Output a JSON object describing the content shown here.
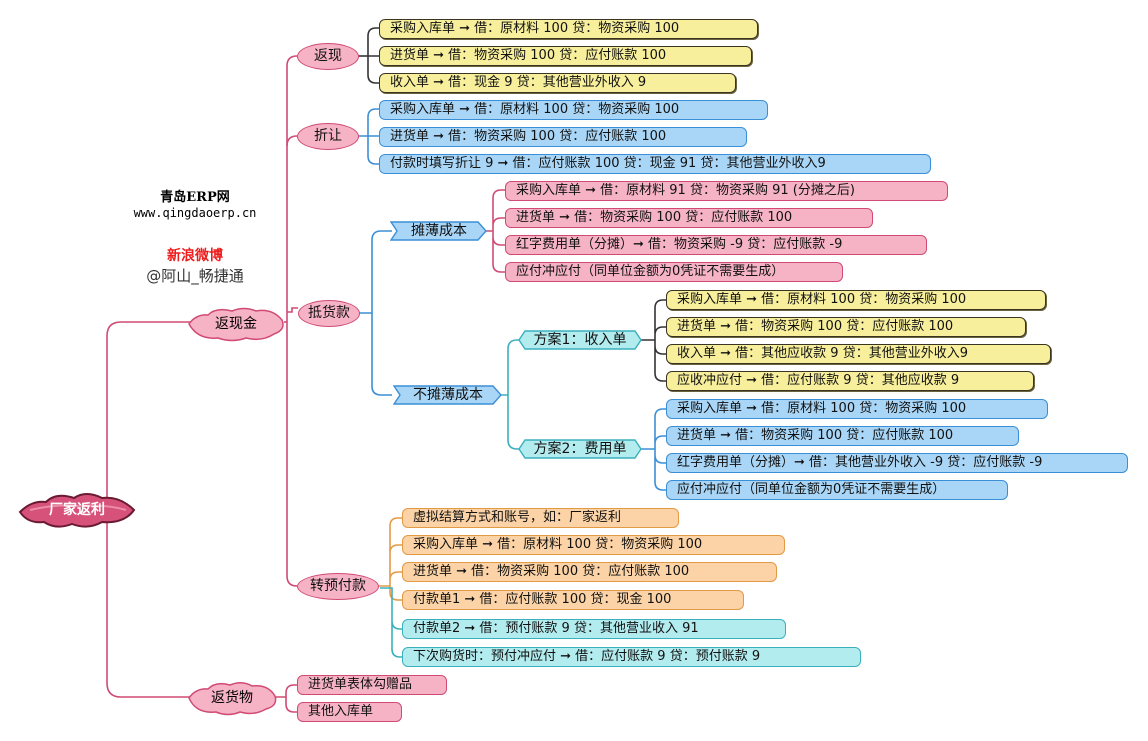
{
  "root": {
    "label": "厂家返利"
  },
  "info": {
    "site_name": "青岛ERP网",
    "site_url": "www.qingdaoerp.cn",
    "weibo_label": "新浪微博",
    "weibo_handle": "@阿山_畅捷通"
  },
  "return_cash": {
    "label": "返现金",
    "cashback": {
      "label": "返现",
      "items": [
        "采购入库单 ➞  借：原材料 100 贷：物资采购 100",
        "进货单 ➞    借：物资采购 100 贷：应付账款 100",
        "收入单 ➞  借：现金 9 贷：其他营业外收入  9"
      ]
    },
    "discount": {
      "label": "折让",
      "items": [
        "采购入库单 ➞  借：原材料 100 贷：物资采购 100",
        "进货单 ➞    借：物资采购 100 贷：应付账款 100",
        "付款时填写折让 9  ➞ 借：应付账款 100 贷：现金 91 贷：其他营业外收入9"
      ]
    },
    "offset_payment": {
      "label": "抵货款",
      "allocate": {
        "label": "摊薄成本",
        "items": [
          "采购入库单 ➞  借：原材料 91 贷：物资采购 91 (分摊之后)",
          "进货单 ➞    借：物资采购 100 贷：应付账款 100",
          "红字费用单（分摊）➞ 借：物资采购 -9 贷：应付账款 -9",
          "应付冲应付（同单位金额为0凭证不需要生成）"
        ]
      },
      "no_allocate": {
        "label": "不摊薄成本",
        "plan1": {
          "label": "方案1：收入单",
          "items": [
            "采购入库单 ➞ 借：原材料 100 贷：物资采购 100",
            "进货单 ➞   借：物资采购 100 贷：应付账款 100",
            "收入单 ➞   借：其他应收款 9 贷：其他营业外收入9",
            "应收冲应付 ➞ 借：应付账款 9 贷：其他应收款 9"
          ]
        },
        "plan2": {
          "label": "方案2：费用单",
          "items": [
            "采购入库单 ➞ 借：原材料 100 贷：物资采购 100",
            "进货单 ➞ 借：物资采购 100 贷：应付账款 100",
            "红字费用单（分摊）➞ 借：其他营业外收入 -9 贷：应付账款 -9",
            "应付冲应付（同单位金额为0凭证不需要生成）"
          ]
        }
      }
    },
    "prepayment": {
      "label": "转预付款",
      "items": [
        "虚拟结算方式和账号，如：厂家返利",
        "采购入库单 ➞  借：原材料 100 贷：物资采购 100",
        "进货单 ➞    借：物资采购 100 贷：应付账款 100",
        "付款单1 ➞ 借：应付账款 100 贷：现金 100",
        "付款单2 ➞ 借：预付账款  9 贷：其他营业收入 91",
        "下次购货时：预付冲应付 ➞ 借：应付账款 9  贷：预付账款 9"
      ]
    }
  },
  "return_goods": {
    "label": "返货物",
    "items": [
      "进货单表体勾赠品",
      "其他入库单"
    ]
  },
  "colors": {
    "pink_line": "#d04a74",
    "yellow_fill": "#f7ef9c",
    "blue_fill": "#a9d6f7",
    "pink_fill": "#f6b3c6",
    "orange_fill": "#fbd3a6",
    "cyan_fill": "#b2ecef",
    "root_fill": "#d6527a",
    "weibo_red": "#ee1c1c"
  }
}
